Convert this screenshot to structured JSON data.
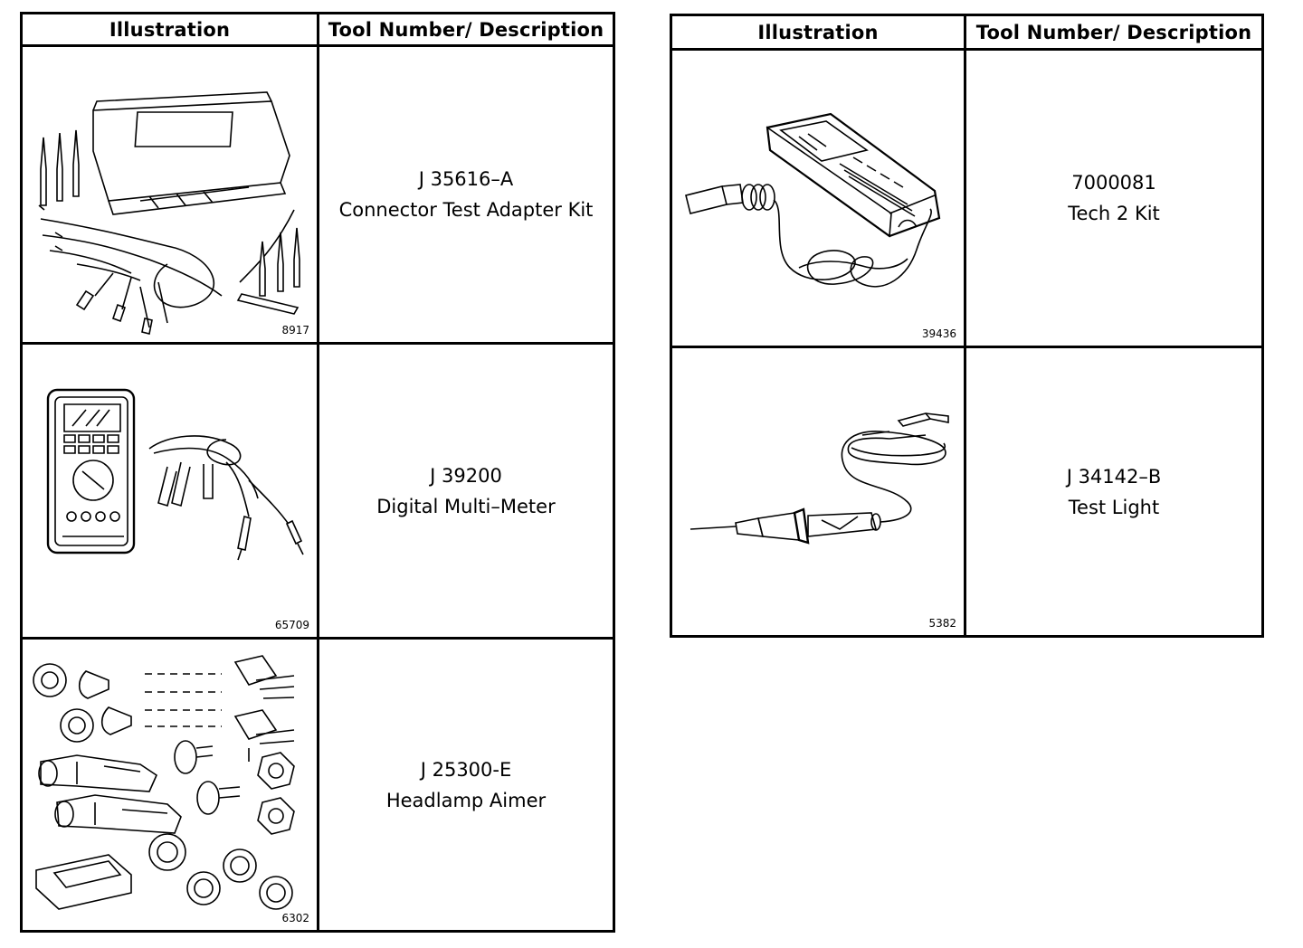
{
  "left_table": {
    "headers": {
      "illustration": "Illustration",
      "tool": "Tool Number/ Description"
    },
    "rows": [
      {
        "tool_number": "J 35616–A",
        "description": "Connector Test Adapter Kit",
        "figure_number": "8917",
        "icon": "connector-test-adapter-kit-icon"
      },
      {
        "tool_number": "J 39200",
        "description": "Digital Multi–Meter",
        "figure_number": "65709",
        "icon": "digital-multimeter-icon"
      },
      {
        "tool_number": "J 25300-E",
        "description": "Headlamp Aimer",
        "figure_number": "6302",
        "icon": "headlamp-aimer-icon"
      }
    ]
  },
  "right_table": {
    "headers": {
      "illustration": "Illustration",
      "tool": "Tool Number/ Description"
    },
    "rows": [
      {
        "tool_number": "7000081",
        "description": "Tech 2 Kit",
        "figure_number": "39436",
        "icon": "tech2-scan-tool-icon"
      },
      {
        "tool_number": "J 34142–B",
        "description": "Test Light",
        "figure_number": "5382",
        "icon": "test-light-icon"
      }
    ]
  }
}
